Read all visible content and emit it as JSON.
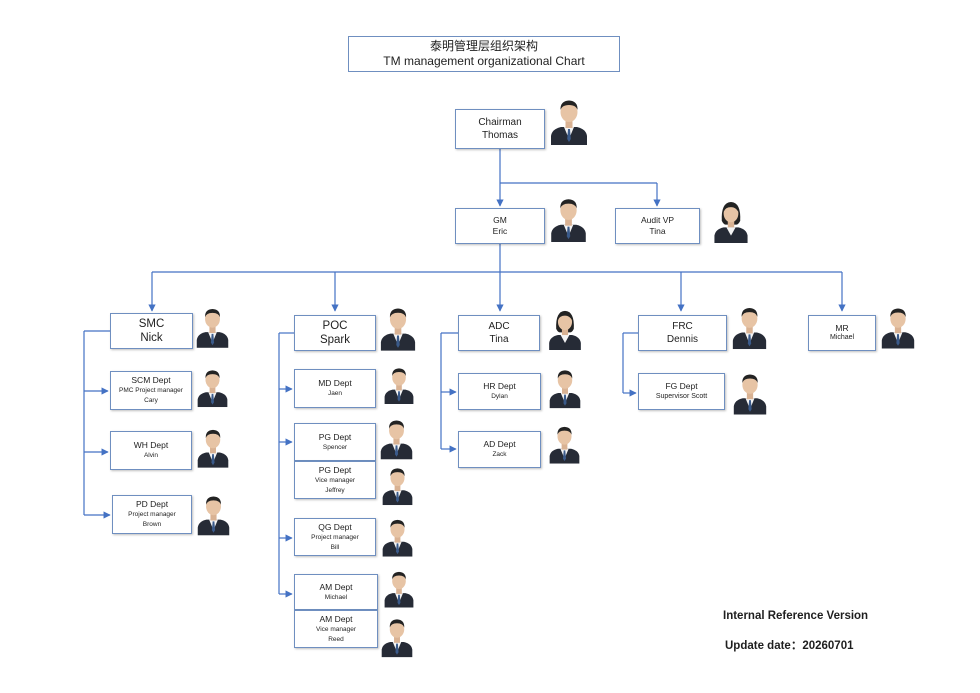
{
  "title": {
    "cn": "泰明管理层组织架构",
    "en": "TM management organizational Chart"
  },
  "footer": {
    "version": "Internal Reference Version",
    "update": "Update date：20260701"
  },
  "nodes": {
    "chairman": {
      "role": "Chairman",
      "name": "Thomas"
    },
    "gm": {
      "role": "GM",
      "name": "Eric"
    },
    "audit": {
      "role": "Audit VP",
      "name": "Tina"
    },
    "smc": {
      "role": "SMC",
      "name": "Nick"
    },
    "poc": {
      "role": "POC",
      "name": "Spark"
    },
    "adc": {
      "role": "ADC",
      "name": "Tina"
    },
    "frc": {
      "role": "FRC",
      "name": "Dennis"
    },
    "mr": {
      "role": "MR",
      "name": "Michael"
    },
    "scm": {
      "dept": "SCM Dept",
      "role": "PMC Project manager",
      "name": "Cary"
    },
    "wh": {
      "dept": "WH Dept",
      "name": "Alvin"
    },
    "pd": {
      "dept": "PD Dept",
      "role": "Project manager",
      "name": "Brown"
    },
    "md": {
      "dept": "MD Dept",
      "name": "Jaen"
    },
    "pg1": {
      "dept": "PG Dept",
      "name": "Spencer"
    },
    "pg2": {
      "dept": "PG Dept",
      "role": "Vice manager",
      "name": "Jeffrey"
    },
    "qg": {
      "dept": "QG Dept",
      "role": "Project manager",
      "name": "Bill"
    },
    "am1": {
      "dept": "AM Dept",
      "name": "Michael"
    },
    "am2": {
      "dept": "AM Dept",
      "role": "Vice manager",
      "name": "Reed"
    },
    "hr": {
      "dept": "HR Dept",
      "name": "Dylan"
    },
    "ad": {
      "dept": "AD Dept",
      "name": "Zack"
    },
    "fg": {
      "dept": "FG Dept",
      "role": "Supervisor Scott"
    }
  },
  "colors": {
    "line": "#4472c4",
    "border": "#6f8fc0",
    "suit": "#262b36",
    "shirt": "#f4f4f4",
    "skin": "#e7c4a5",
    "hair": "#232323"
  },
  "icons": {
    "portrait": "person-portrait-icon"
  }
}
